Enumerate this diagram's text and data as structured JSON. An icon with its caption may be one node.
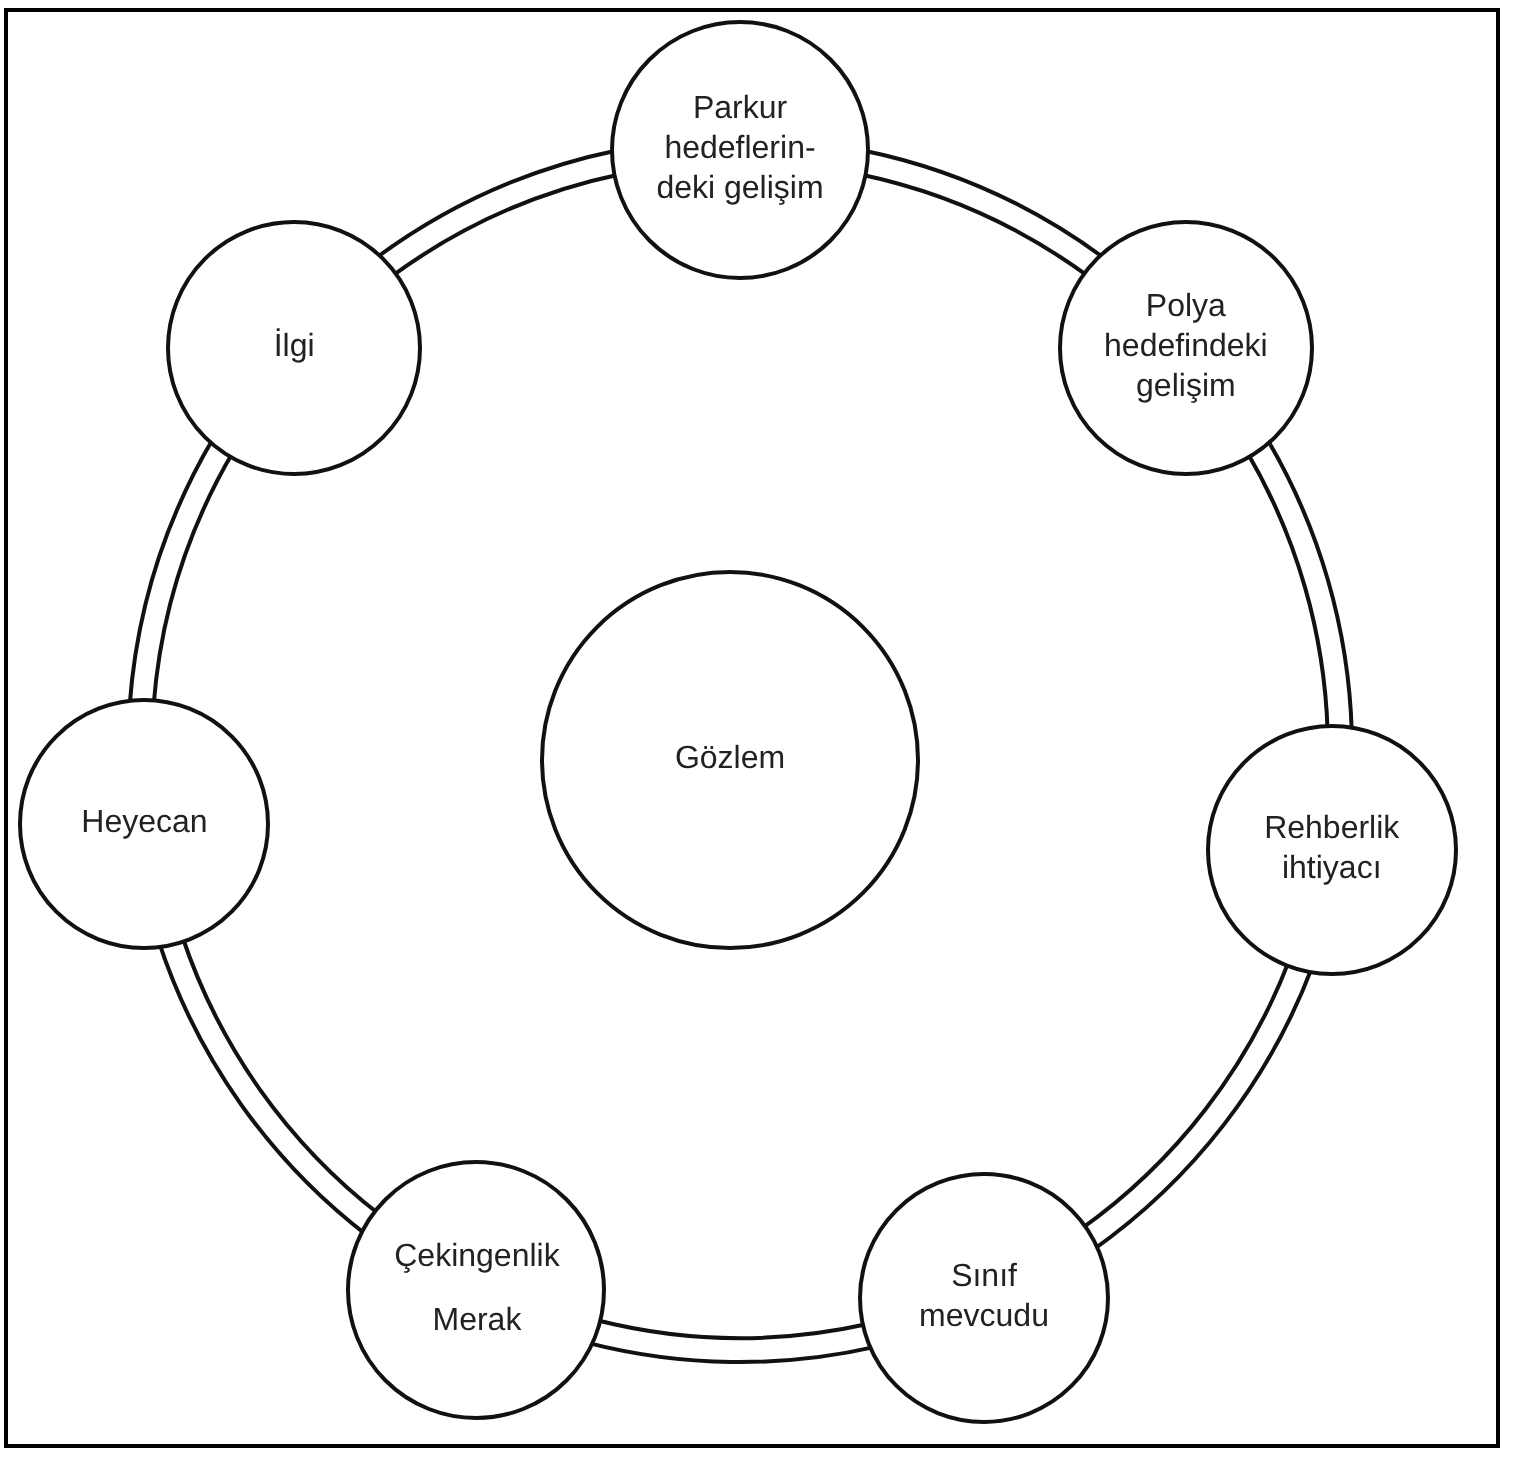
{
  "diagram": {
    "nodes": [
      {
        "text": [
          "Parkur hedeflerin- deki gelişim"
        ]
      },
      {
        "text": [
          "İlgi"
        ]
      },
      {
        "text": [
          "Polya hedefindeki gelişim"
        ]
      },
      {
        "text": [
          "Gözlem"
        ]
      },
      {
        "text": [
          "Heyecan"
        ]
      },
      {
        "text": [
          "Rehberlik ihtiyacı"
        ]
      },
      {
        "text": [
          "Çekingenlik",
          "Merak"
        ]
      },
      {
        "text": [
          "Sınıf mevcudu"
        ]
      }
    ],
    "edges": [
      {
        "from": 0,
        "to": 2,
        "arrow": "none"
      },
      {
        "from": 2,
        "to": 5,
        "arrow": "none"
      },
      {
        "from": 5,
        "to": 7,
        "arrow": "none"
      },
      {
        "from": 7,
        "to": 6,
        "arrow": "none"
      },
      {
        "from": 6,
        "to": 4,
        "arrow": "none"
      },
      {
        "from": 4,
        "to": 1,
        "arrow": "none"
      },
      {
        "from": 1,
        "to": 0,
        "arrow": "none"
      }
    ]
  }
}
